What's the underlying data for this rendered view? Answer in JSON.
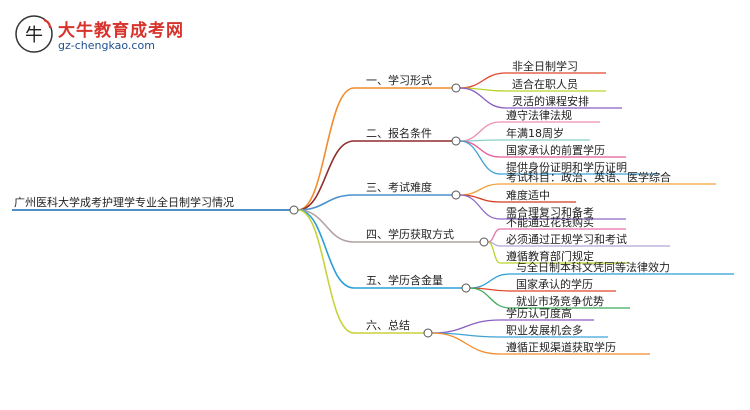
{
  "logo": {
    "title": "大牛教育成考网",
    "url": "gz-chengkao.com"
  },
  "root": {
    "label": "广州医科大学成考护理学专业全日制学习情况"
  },
  "branches": [
    {
      "label": "一、学习形式",
      "color": "#f08c2c",
      "leaves": [
        {
          "label": "非全日制学习",
          "color": "#e0462a"
        },
        {
          "label": "适合在职人员",
          "color": "#b7d42a"
        },
        {
          "label": "灵活的课程安排",
          "color": "#8a5ec2"
        }
      ]
    },
    {
      "label": "二、报名条件",
      "color": "#8e2b2b",
      "leaves": [
        {
          "label": "遵守法律法规",
          "color": "#ee8fb4"
        },
        {
          "label": "年满18周岁",
          "color": "#8ad0c9"
        },
        {
          "label": "国家承认的前置学历",
          "color": "#e85c97"
        },
        {
          "label": "提供身份证明和学历证明",
          "color": "#3fa3d6"
        }
      ]
    },
    {
      "label": "三、考试难度",
      "color": "#4a8fd0",
      "leaves": [
        {
          "label": "考试科目：政治、英语、医学综合",
          "color": "#f2a03a"
        },
        {
          "label": "难度适中",
          "color": "#d63a22"
        },
        {
          "label": "需合理复习和备考",
          "color": "#8c6bc9"
        }
      ]
    },
    {
      "label": "四、学历获取方式",
      "color": "#b0a3a0",
      "leaves": [
        {
          "label": "不能通过花钱购买",
          "color": "#e46fa6"
        },
        {
          "label": "必须通过正规学习和考试",
          "color": "#b3a5d6"
        },
        {
          "label": "遵循教育部门规定",
          "color": "#b7d42a"
        }
      ]
    },
    {
      "label": "五、学历含金量",
      "color": "#2a9fd8",
      "leaves": [
        {
          "label": "与全日制本科文凭同等法律效力",
          "color": "#2a9fd8"
        },
        {
          "label": "国家承认的学历",
          "color": "#e0462a"
        },
        {
          "label": "就业市场竞争优势",
          "color": "#3faa5a"
        }
      ]
    },
    {
      "label": "六、总结",
      "color": "#c8d23a",
      "leaves": [
        {
          "label": "学历认可度高",
          "color": "#8a5ec2"
        },
        {
          "label": "职业发展机会多",
          "color": "#3fa3d6"
        },
        {
          "label": "遵循正规渠道获取学历",
          "color": "#f08c2c"
        }
      ]
    }
  ]
}
